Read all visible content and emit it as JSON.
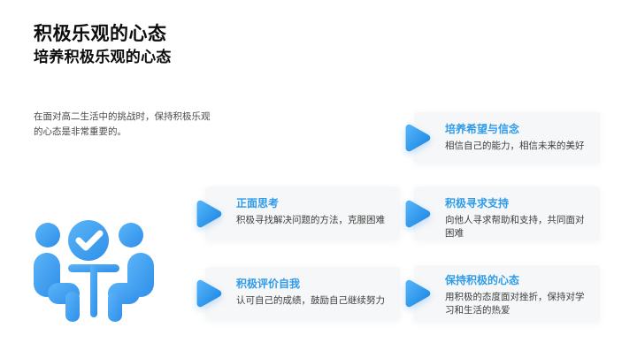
{
  "slide": {
    "title": "积极乐观的心态",
    "subtitle": "培养积极乐观的心态",
    "intro": "在面对高二生活中的挑战时，保持积极乐观的心态是非常重要的。"
  },
  "cards": [
    {
      "title": "培养希望与信念",
      "desc": "相信自己的能力，相信未来的美好"
    },
    {
      "title": "正面思考",
      "desc": "积极寻找解决问题的方法，克服困难"
    },
    {
      "title": "积极寻求支持",
      "desc": "向他人寻求帮助和支持，共同面对困难"
    },
    {
      "title": "积极评价自我",
      "desc": "认可自己的成绩，鼓励自己继续努力"
    },
    {
      "title": "保持积极的心态",
      "desc": "用积极的态度面对挫折，保持对学习和生活的热爱"
    }
  ],
  "icons": {
    "big_icon": "meeting-check-icon",
    "card_marker": "play-arrow-icon"
  },
  "colors": {
    "accent": "#2f9be9",
    "accent_light": "#5cb4f8",
    "accent_dark": "#1e88e4",
    "card_bg": "#f6f7f8",
    "heading_text": "#0d0d0d",
    "body_text": "#3f3f3f"
  }
}
